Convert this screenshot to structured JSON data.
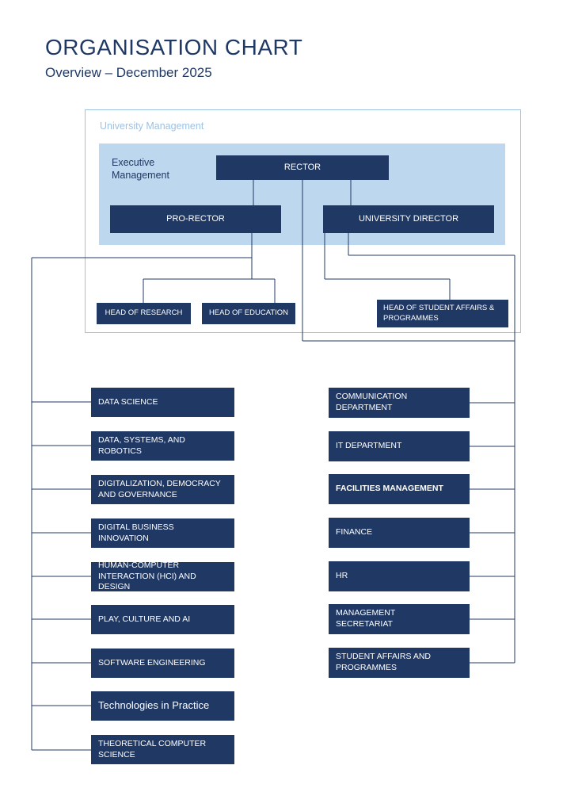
{
  "page": {
    "title": "ORGANISATION CHART",
    "subtitle": "Overview – December 2025"
  },
  "colors": {
    "navy": "#1F3864",
    "light_blue_fill": "#BDD7EE",
    "light_blue_border": "#9DC3E6",
    "light_blue_label": "#9CC2E5",
    "connector": "#1F3864",
    "white": "#FFFFFF"
  },
  "university_management": {
    "label": "University Management",
    "executive": {
      "label": "Executive\nManagement",
      "rector": "RECTOR",
      "pro_rector": "PRO-RECTOR",
      "university_director": "UNIVERSITY DIRECTOR"
    },
    "heads": [
      "HEAD OF RESEARCH",
      "HEAD OF EDUCATION",
      "HEAD OF STUDENT AFFAIRS &\nPROGRAMMES"
    ]
  },
  "departments_left": [
    "DATA SCIENCE",
    "DATA, SYSTEMS, AND ROBOTICS",
    "DIGITALIZATION, DEMOCRACY\nAND GOVERNANCE",
    "DIGITAL BUSINESS INNOVATION",
    "HUMAN-COMPUTER\nINTERACTION (HCI) AND DESIGN",
    "PLAY, CULTURE AND AI",
    "SOFTWARE ENGINEERING",
    "Technologies in Practice",
    "THEORETICAL COMPUTER\nSCIENCE"
  ],
  "departments_right": [
    "COMMUNICATION\nDEPARTMENT",
    "IT DEPARTMENT",
    "FACILITIES MANAGEMENT",
    "FINANCE",
    "HR",
    "MANAGEMENT\nSECRETARIAT",
    "STUDENT AFFAIRS AND\nPROGRAMMES"
  ]
}
